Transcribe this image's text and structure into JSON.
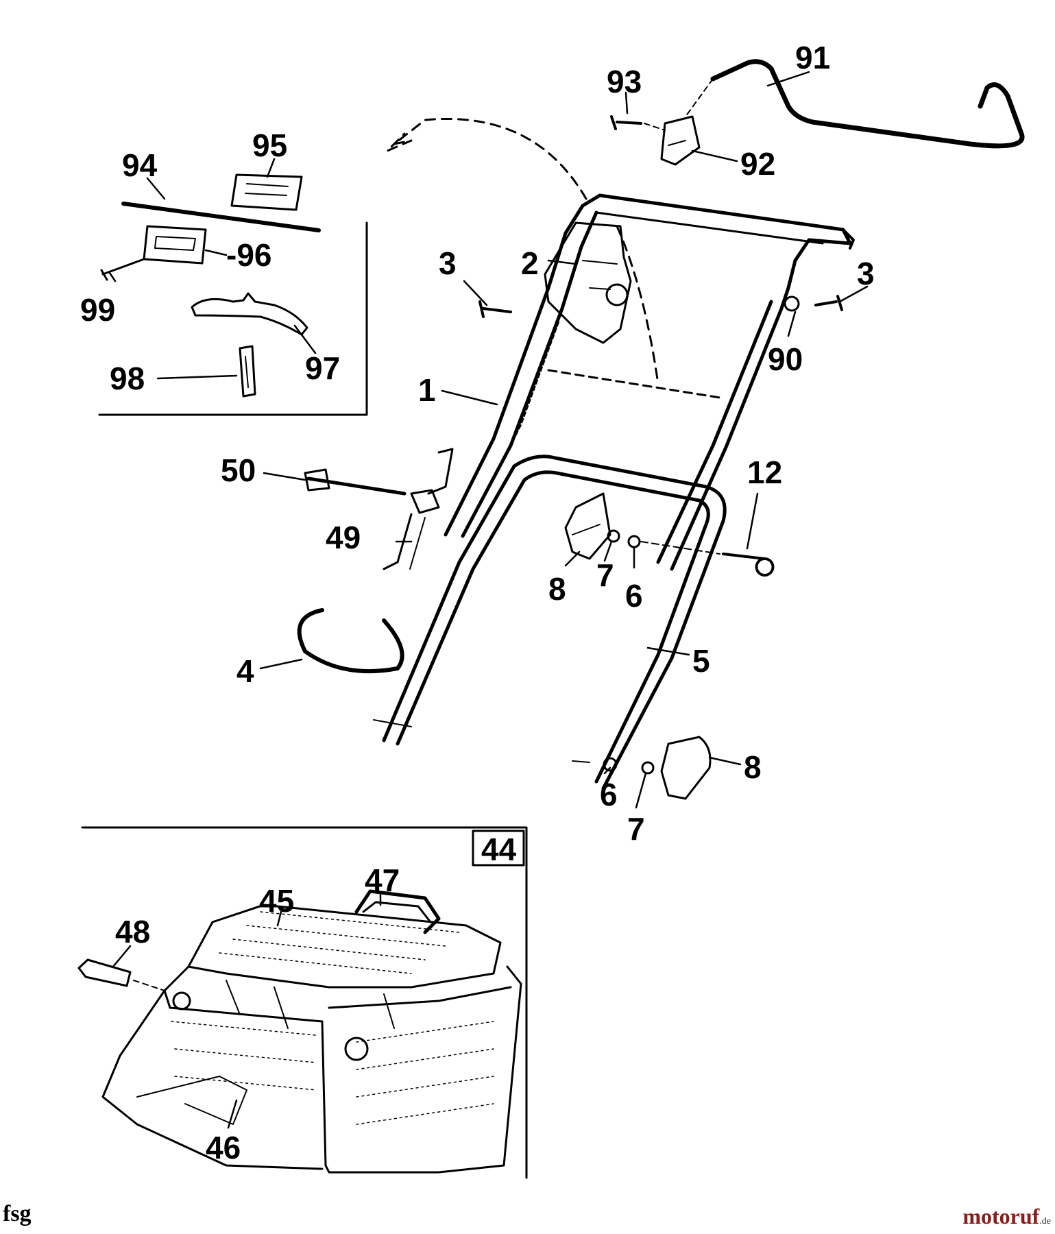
{
  "labels": {
    "l91": "91",
    "l93": "93",
    "l92": "92",
    "l95": "95",
    "l94": "94",
    "l96": "-96",
    "l99": "99",
    "l97": "97",
    "l98": "98",
    "l3a": "3",
    "l2": "2",
    "l3b": "3",
    "l90": "90",
    "l1": "1",
    "l50": "50",
    "l12": "12",
    "l49": "49",
    "l8a": "8",
    "l7a": "7",
    "l6a": "6",
    "l4": "4",
    "l5": "5",
    "l8b": "8",
    "l6b": "6",
    "l7b": "7",
    "l44": "44",
    "l47": "47",
    "l45": "45",
    "l48": "48",
    "l46": "46"
  },
  "footer": {
    "left_code": "fsg",
    "brand_main": "motoruf",
    "brand_tld": ".de"
  },
  "colors": {
    "line": "#000000",
    "background": "#ffffff",
    "brand": "#8a1c1c"
  }
}
